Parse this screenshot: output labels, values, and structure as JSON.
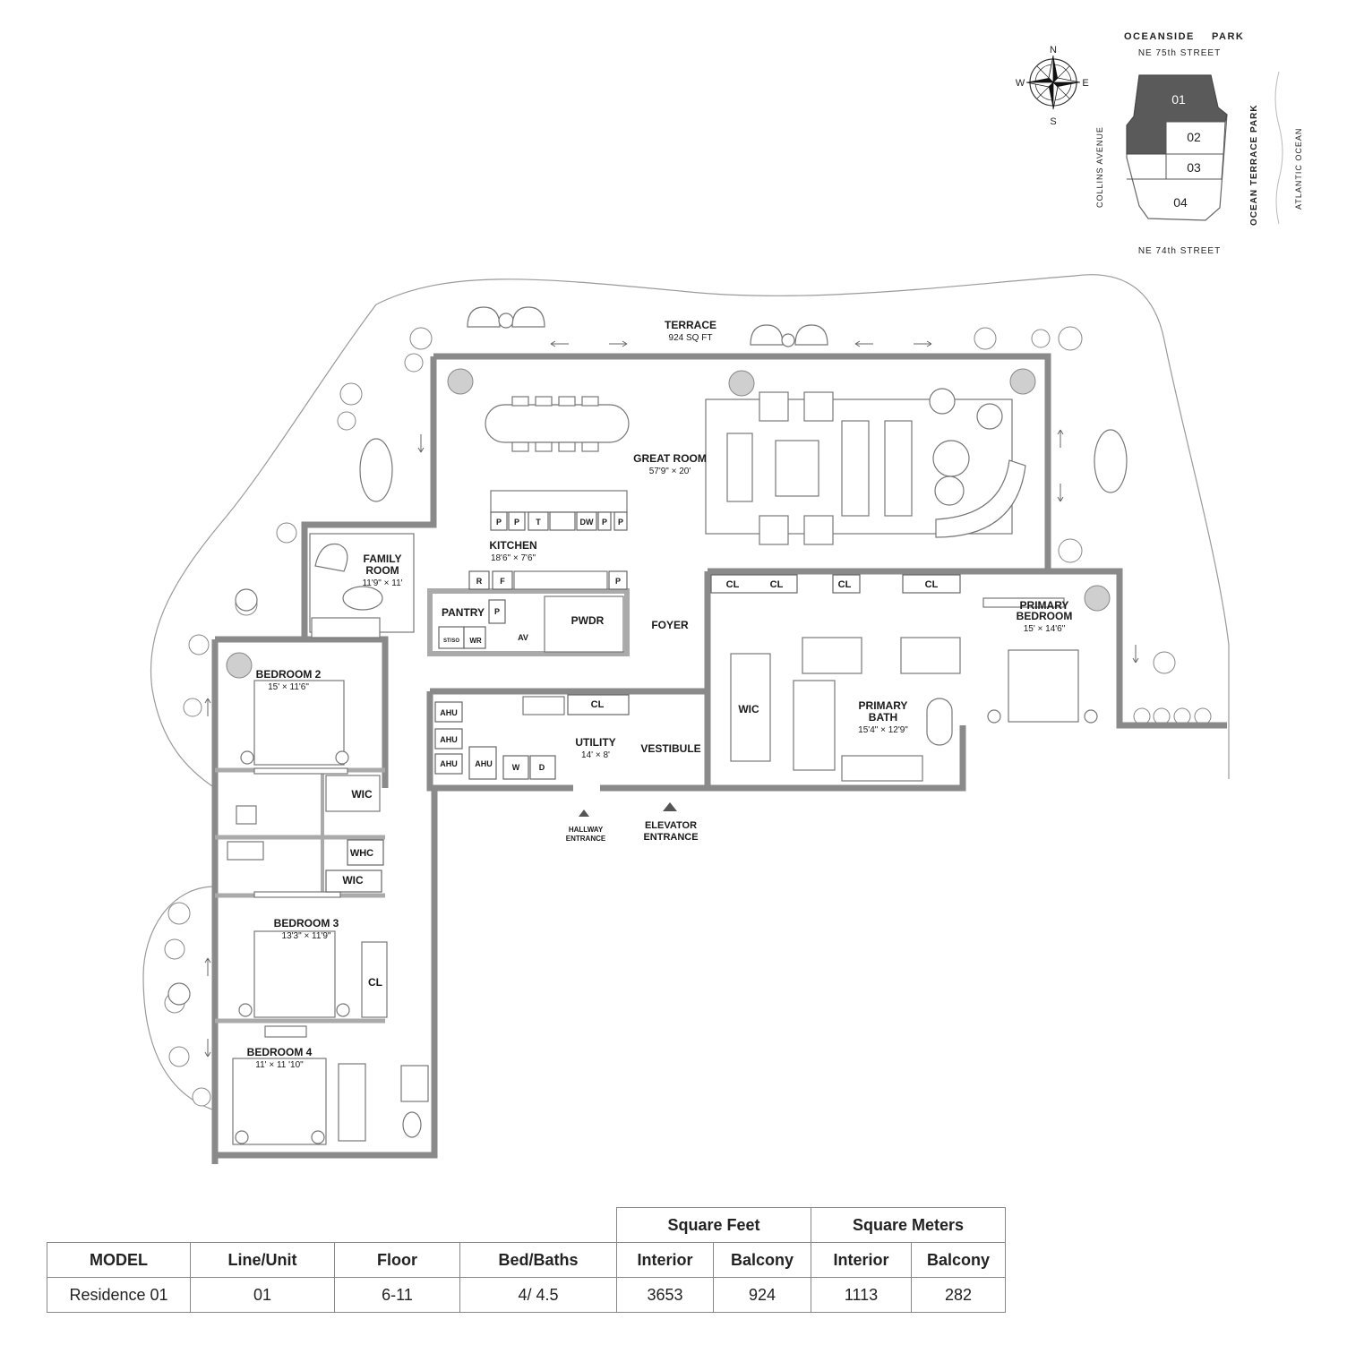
{
  "compass": {
    "n": "N",
    "s": "S",
    "e": "E",
    "w": "W"
  },
  "keyplan": {
    "title_a": "OCEANSIDE",
    "title_b": "PARK",
    "street_top": "NE 75th STREET",
    "street_bottom": "NE 74th STREET",
    "avenue_left": "COLLINS AVENUE",
    "park_right": "OCEAN TERRACE PARK",
    "ocean": "ATLANTIC OCEAN",
    "units": [
      "01",
      "02",
      "03",
      "04"
    ],
    "highlight_color": "#5a5a5a"
  },
  "rooms": {
    "terrace": "TERRACE",
    "terrace_dim": "924 SQ FT",
    "great_room": "GREAT ROOM",
    "great_room_dim": "57'9\" × 20'",
    "kitchen": "KITCHEN",
    "kitchen_dim": "18'6\" × 7'6\"",
    "family_room_1": "FAMILY",
    "family_room_2": "ROOM",
    "family_room_dim": "11'9\" × 11'",
    "pantry": "PANTRY",
    "pwdr": "PWDR",
    "foyer": "FOYER",
    "primary_bedroom_1": "PRIMARY",
    "primary_bedroom_2": "BEDROOM",
    "primary_bedroom_dim": "15' × 14'6\"",
    "bedroom2": "BEDROOM 2",
    "bedroom2_dim": "15' × 11'6\"",
    "utility": "UTILITY",
    "utility_dim": "14' × 8'",
    "vestibule": "VESTIBULE",
    "wic": "WIC",
    "primary_bath_1": "PRIMARY",
    "primary_bath_2": "BATH",
    "primary_bath_dim": "15'4\" × 12'9\"",
    "whc": "WHC",
    "bedroom3": "BEDROOM 3",
    "bedroom3_dim": "13'3\" × 11'9\"",
    "bedroom4": "BEDROOM 4",
    "bedroom4_dim": "11' × 11 '10\"",
    "cl": "CL",
    "hallway_entrance_1": "HALLWAY",
    "hallway_entrance_2": "ENTRANCE",
    "elevator_entrance_1": "ELEVATOR",
    "elevator_entrance_2": "ENTRANCE"
  },
  "appliances": {
    "p": "P",
    "t": "T",
    "dw": "DW",
    "r": "R",
    "f": "F",
    "av": "AV",
    "wr": "WR",
    "stso": "ST/SO",
    "ahu": "AHU",
    "w": "W",
    "d": "D"
  },
  "table": {
    "group_sqft": "Square Feet",
    "group_sqm": "Square Meters",
    "headers": [
      "MODEL",
      "Line/Unit",
      "Floor",
      "Bed/Baths",
      "Interior",
      "Balcony",
      "Interior",
      "Balcony"
    ],
    "row": [
      "Residence 01",
      "01",
      "6-11",
      "4/ 4.5",
      "3653",
      "924",
      "1113",
      "282"
    ]
  }
}
